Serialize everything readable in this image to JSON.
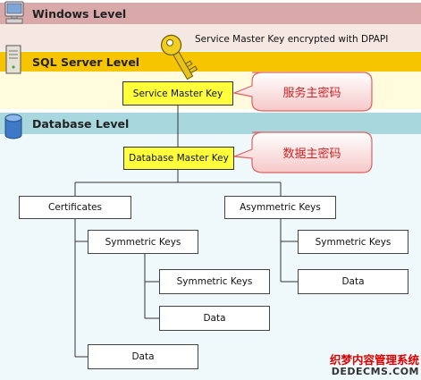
{
  "levels": {
    "windows": "Windows Level",
    "sql_server": "SQL Server Level",
    "database": "Database Level"
  },
  "annotation": "Service Master Key encrypted with DPAPI",
  "nodes": {
    "service_master_key": "Service Master Key",
    "database_master_key": "Database Master Key",
    "certificates": "Certificates",
    "asymmetric_keys": "Asymmetric Keys",
    "cert_symmetric_keys": "Symmetric Keys",
    "cert_sym_symmetric_keys": "Symmetric Keys",
    "cert_sym_data": "Data",
    "cert_data": "Data",
    "asym_symmetric_keys": "Symmetric Keys",
    "asym_data": "Data"
  },
  "callouts": {
    "service_master_key": "服务主密码",
    "database_master_key": "数据主密码"
  },
  "watermark": {
    "line1": "织梦内容管理系统",
    "line2": "DEDECMS.COM"
  },
  "colors": {
    "windows_band": "#d9a8a8",
    "sql_band": "#f7c400",
    "db_band": "#a8d8de",
    "key_box": "#ffff3c",
    "callout_text": "#cc2222"
  },
  "icons": {
    "windows_level": "computer-icon",
    "sql_server_level": "server-icon",
    "database_level": "database-icon",
    "dpapi": "key-icon"
  }
}
